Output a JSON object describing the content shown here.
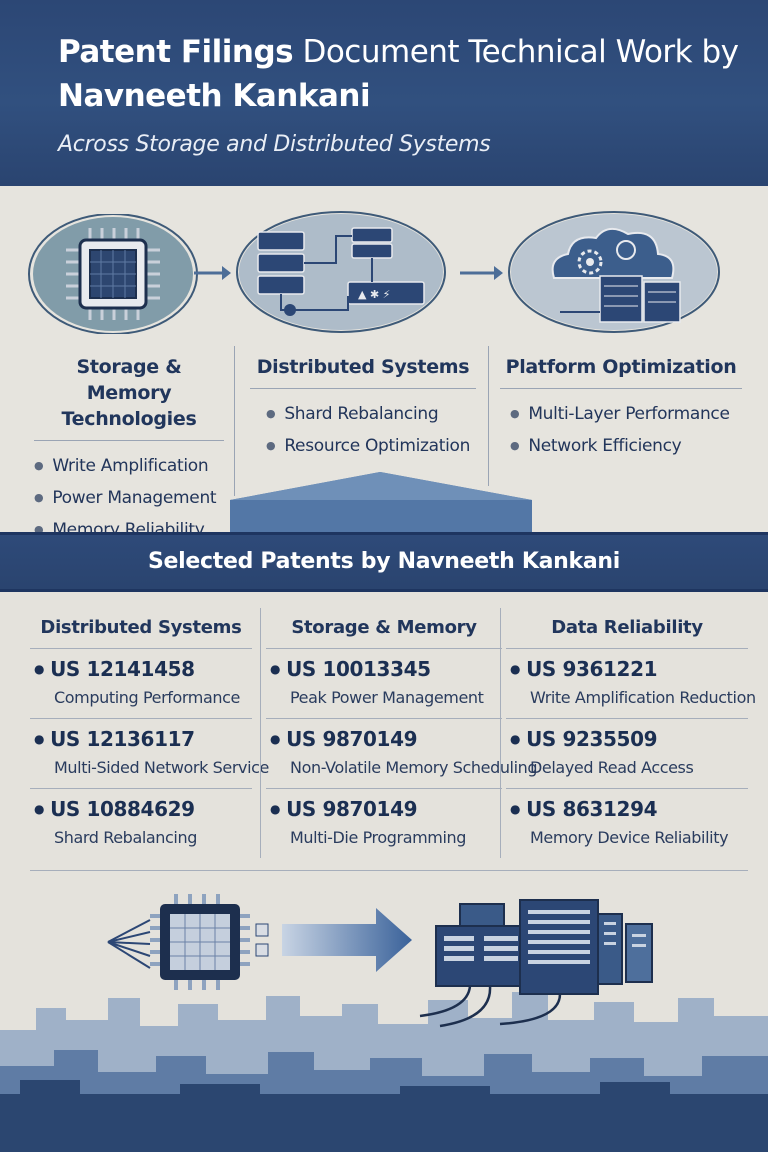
{
  "header": {
    "title_bold": "Patent Filings",
    "title_rest": " Document Technical Work by",
    "title_name": "Navneeth Kankani",
    "subtitle": "Across Storage and Distributed Systems"
  },
  "categories": [
    {
      "title_line1": "Storage & Memory",
      "title_line2": "Technologies",
      "items": [
        "Write Amplification",
        "Power Management",
        "Memory Reliability"
      ],
      "icon": "chip-icon"
    },
    {
      "title_line1": "Distributed Systems",
      "title_line2": "",
      "items": [
        "Shard Rebalancing",
        "Resource Optimization"
      ],
      "icon": "server-network-icon"
    },
    {
      "title_line1": "Platform Optimization",
      "title_line2": "",
      "items": [
        "Multi-Layer Performance",
        "Network Efficiency"
      ],
      "icon": "cloud-gear-icon"
    }
  ],
  "patents_section": {
    "heading": "Selected Patents by Navneeth Kankani",
    "columns": [
      {
        "heading": "Distributed Systems",
        "patents": [
          {
            "number": "US 12141458",
            "desc": "Computing Performance"
          },
          {
            "number": "US 12136117",
            "desc": "Multi-Sided Network Service"
          },
          {
            "number": "US 10884629",
            "desc": "Shard Rebalancing"
          }
        ]
      },
      {
        "heading": "Storage & Memory",
        "patents": [
          {
            "number": "US 10013345",
            "desc": "Peak Power Management"
          },
          {
            "number": "US 9870149",
            "desc": "Non-Volatile Memory Scheduling"
          },
          {
            "number": "US 9870149",
            "desc": "Multi-Die Programming"
          }
        ]
      },
      {
        "heading": "Data Reliability",
        "patents": [
          {
            "number": "US 9361221",
            "desc": "Write Amplification Reduction"
          },
          {
            "number": "US 9235509",
            "desc": "Delayed Read Access"
          },
          {
            "number": "US 8631294",
            "desc": "Memory Device Reliability"
          }
        ]
      }
    ]
  },
  "colors": {
    "navy": "#2c4775",
    "band": "#2e4a79",
    "paper": "#e4e2dc",
    "text": "#1f3358"
  }
}
